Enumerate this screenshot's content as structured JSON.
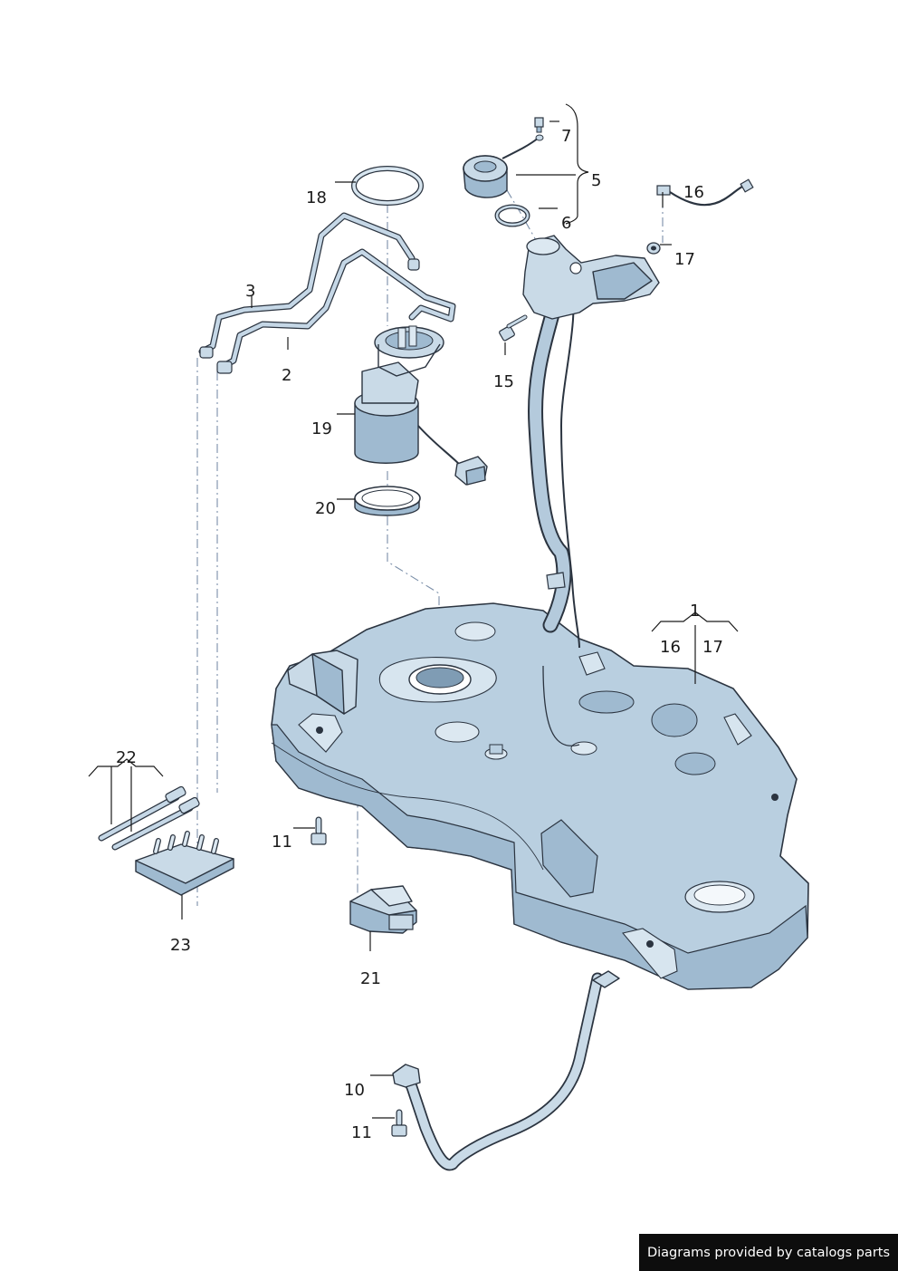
{
  "labels": {
    "l1": "1",
    "l2": "2",
    "l3": "3",
    "l5": "5",
    "l6": "6",
    "l7": "7",
    "l10": "10",
    "l11a": "11",
    "l11b": "11",
    "l15": "15",
    "l16a": "16",
    "l17a": "17",
    "l16b": "16",
    "l17b": "17",
    "l18": "18",
    "l19": "19",
    "l20": "20",
    "l21": "21",
    "l22": "22",
    "l23": "23"
  },
  "footer": {
    "text": "Diagrams provided by catalogs parts"
  },
  "colors": {
    "part_fill": "#b9cfe0",
    "outline": "#2b3440",
    "footer_bg": "#0d0d0d",
    "footer_text": "#ffffff"
  }
}
